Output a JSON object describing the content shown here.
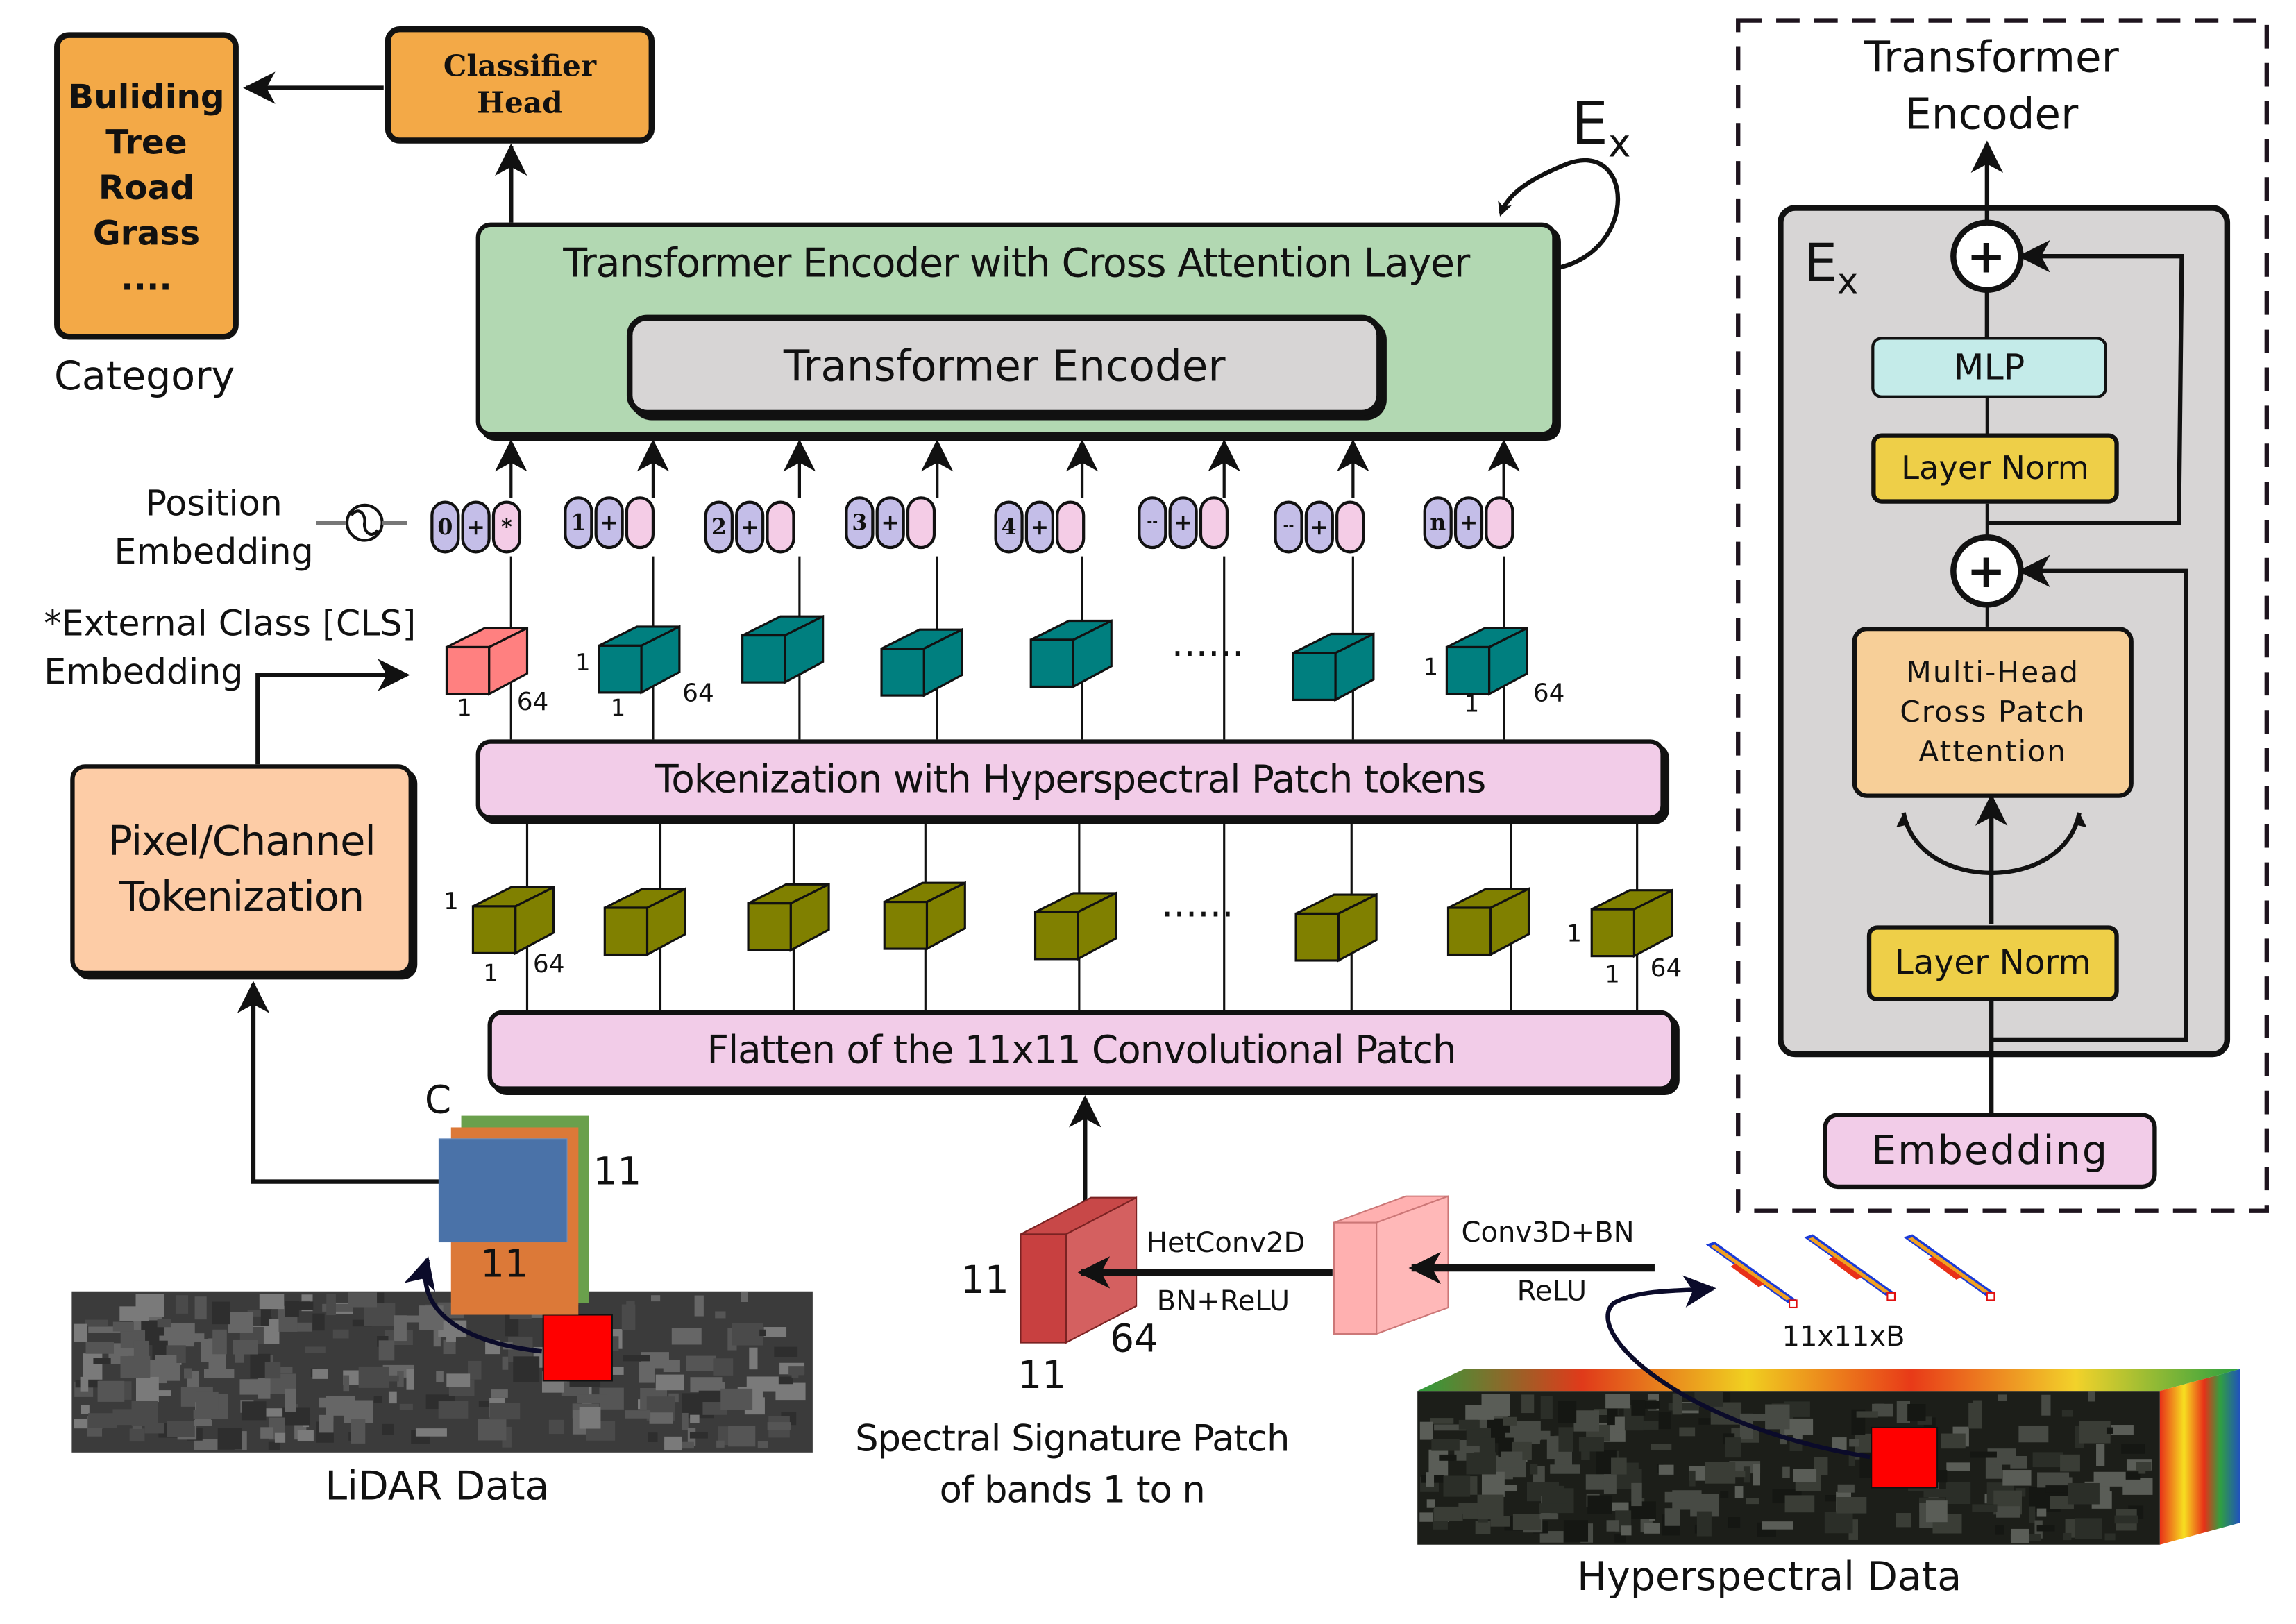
{
  "category": {
    "items": [
      "Buliding",
      "Tree",
      "Road",
      "Grass",
      "...."
    ],
    "caption": "Category",
    "color": "#f3a947"
  },
  "classifier_head": {
    "label_line1": "Classifier",
    "label_line2": "Head",
    "color": "#f3a947"
  },
  "main_encoder": {
    "title": "Transformer Encoder with Cross Attention Layer",
    "inner_label": "Transformer Encoder",
    "repeat_label": "E",
    "repeat_sub": "x",
    "color": "#b2d8b2",
    "inner_color": "#d7d5d5"
  },
  "position_embedding": {
    "label_line1": "Position",
    "label_line2": "Embedding",
    "tokens": [
      {
        "index": "0",
        "plus": "+",
        "tail": "*"
      },
      {
        "index": "1",
        "plus": "+",
        "tail": ""
      },
      {
        "index": "2",
        "plus": "+",
        "tail": ""
      },
      {
        "index": "3",
        "plus": "+",
        "tail": ""
      },
      {
        "index": "4",
        "plus": "+",
        "tail": ""
      },
      {
        "index": "--",
        "plus": "+",
        "tail": ""
      },
      {
        "index": "--",
        "plus": "+",
        "tail": ""
      },
      {
        "index": "n",
        "plus": "+",
        "tail": ""
      }
    ]
  },
  "cls_embedding": {
    "label_line1": "*External Class [CLS]",
    "label_line2": "Embedding",
    "color": "#ff8080"
  },
  "token_dims": {
    "one": "1",
    "sixtyfour": "64",
    "ellipsis": "......"
  },
  "tokenization_bar": {
    "label": "Tokenization with Hyperspectral Patch tokens",
    "color": "#f2cce8"
  },
  "flatten_bar": {
    "label": "Flatten of the 11x11 Convolutional Patch",
    "color": "#f2cce8"
  },
  "pixel_channel": {
    "label_line1": "Pixel/Channel",
    "label_line2": "Tokenization",
    "color": "#fdcca6"
  },
  "lidar": {
    "caption": "LiDAR Data",
    "patch_c": "C",
    "patch_h": "11",
    "patch_w": "11"
  },
  "spectral_patch": {
    "caption_line1": "Spectral Signature Patch",
    "caption_line2": "of bands 1 to n",
    "dim_h": "11",
    "dim_w": "11",
    "dim_d": "64"
  },
  "conv_ops": {
    "hetconv_top": "HetConv2D",
    "hetconv_bottom": "BN+ReLU",
    "conv3d_top": "Conv3D+BN",
    "conv3d_bottom": "ReLU",
    "cube_label": "11x11xB"
  },
  "hyperspectral": {
    "caption": "Hyperspectral Data"
  },
  "encoder_detail": {
    "title_line1": "Transformer",
    "title_line2": "Encoder",
    "repeat_label": "E",
    "repeat_sub": "x",
    "mlp": "MLP",
    "layer_norm_top": "Layer Norm",
    "attention_line1": "Multi-Head",
    "attention_line2": "Cross Patch",
    "attention_line3": "Attention",
    "layer_norm_bottom": "Layer Norm",
    "embedding": "Embedding",
    "plus": "+",
    "colors": {
      "mlp": "#c4ebe9",
      "layer_norm": "#eecf48",
      "attention": "#f7cf98",
      "embedding": "#f2cce8",
      "block": "#d7d5d5"
    }
  }
}
